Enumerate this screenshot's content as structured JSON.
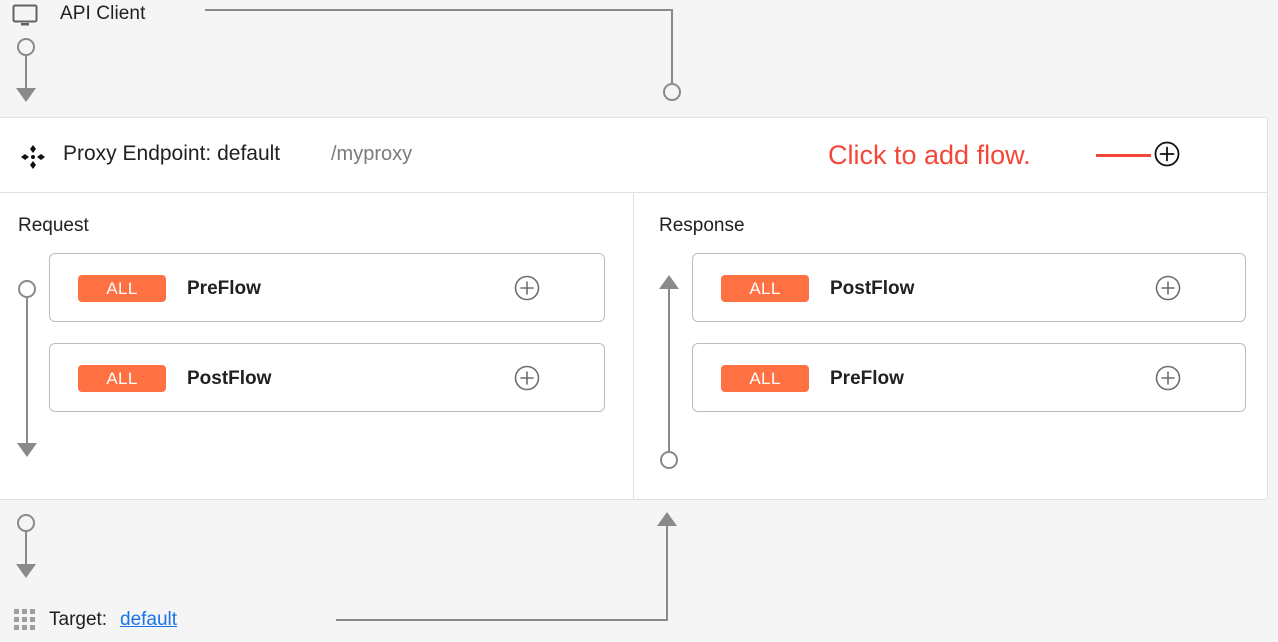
{
  "client": {
    "label": "API Client",
    "icon": "monitor-icon"
  },
  "proxy": {
    "title": "Proxy Endpoint: default",
    "path": "/myproxy",
    "drag_icon": "move-diamond-icon",
    "add_flow_icon": "plus-circle-icon",
    "menu_icon": "more-vertical-icon",
    "annotation": "Click to add flow.",
    "annotation_color": "#f4473a"
  },
  "columns": [
    {
      "title": "Request",
      "direction": "down",
      "cards": [
        {
          "badge": "ALL",
          "name": "PreFlow",
          "add_icon": "plus-circle-icon",
          "menu_icon": "more-vertical-icon"
        },
        {
          "badge": "ALL",
          "name": "PostFlow",
          "add_icon": "plus-circle-icon",
          "menu_icon": "more-vertical-icon"
        }
      ]
    },
    {
      "title": "Response",
      "direction": "up",
      "cards": [
        {
          "badge": "ALL",
          "name": "PostFlow",
          "add_icon": "plus-circle-icon",
          "menu_icon": "more-vertical-icon"
        },
        {
          "badge": "ALL",
          "name": "PreFlow",
          "add_icon": "plus-circle-icon",
          "menu_icon": "more-vertical-icon"
        }
      ]
    }
  ],
  "target": {
    "label": "Target:",
    "link": "default",
    "icon": "grid-apps-icon"
  },
  "colors": {
    "badge": "#ff7043",
    "annotation": "#f4473a",
    "link": "#1a73e8",
    "connector": "#8a8a8a",
    "page_background": "#f5f5f5",
    "panel_background": "#ffffff"
  }
}
